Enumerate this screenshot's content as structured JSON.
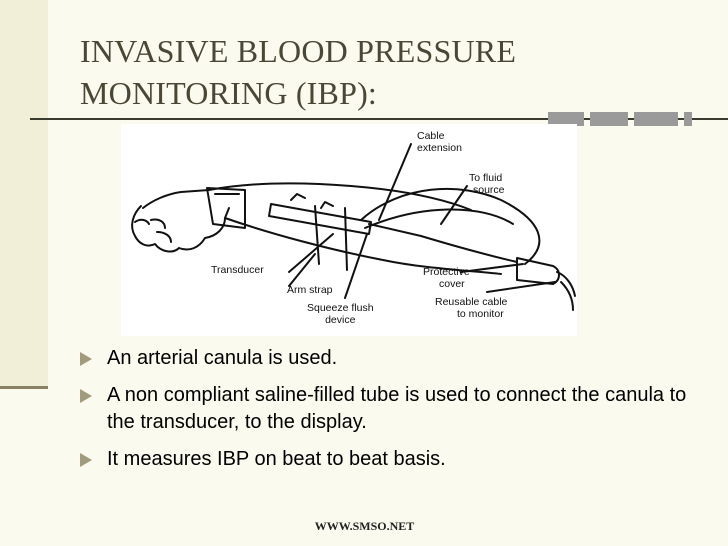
{
  "slide": {
    "title_line1": "INVASIVE BLOOD PRESSURE",
    "title_line2": "MONITORING (IBP):"
  },
  "diagram": {
    "labels": {
      "cable_extension": [
        "Cable",
        "extension"
      ],
      "to_fluid_source": [
        "To fluid",
        "source"
      ],
      "transducer": "Transducer",
      "arm_strap": "Arm strap",
      "protective_cover": [
        "Protective",
        "cover"
      ],
      "reusable_cable": [
        "Reusable cable",
        "to monitor"
      ],
      "squeeze_flush": [
        "Squeeze flush",
        "device"
      ]
    }
  },
  "bullets": [
    "An arterial canula is used.",
    "A non compliant saline-filled tube is used to connect the canula to the transducer, to the display.",
    "It measures IBP on beat to beat basis."
  ],
  "footer": "WWW.SMSO.NET",
  "colors": {
    "background": "#fbfaee",
    "title": "#4a4736",
    "bullet": "#a29a7c"
  }
}
